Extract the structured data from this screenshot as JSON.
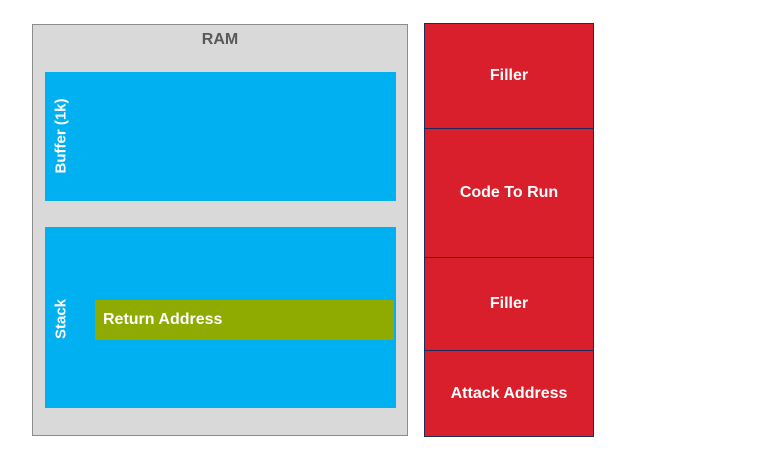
{
  "ram": {
    "title": "RAM",
    "buffer_label": "Buffer (1k)",
    "stack_label": "Stack",
    "return_address_label": "Return Address"
  },
  "payload": {
    "segments": [
      {
        "label": "Filler"
      },
      {
        "label": "Code To Run"
      },
      {
        "label": "Filler"
      },
      {
        "label": "Attack Address"
      }
    ]
  },
  "colors": {
    "ram_background": "#d9d9d9",
    "memory_region": "#00b0f0",
    "return_address": "#8faa00",
    "payload_segment": "#d91f2b",
    "payload_border": "#1f2a5c",
    "ram_title_text": "#595959"
  }
}
